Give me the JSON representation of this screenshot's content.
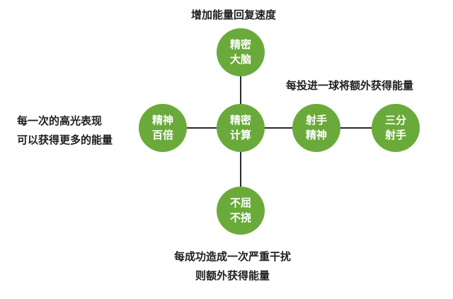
{
  "colors": {
    "node_fill": "#6aaa3a",
    "node_text": "#ffffff",
    "connector": "#2a2a2a",
    "caption_text": "#1f1f1f"
  },
  "nodes": {
    "center": {
      "line1": "精密",
      "line2": "计算"
    },
    "top": {
      "line1": "精密",
      "line2": "大脑"
    },
    "left": {
      "line1": "精神",
      "line2": "百倍"
    },
    "bottom": {
      "line1": "不屈",
      "line2": "不挠"
    },
    "right_inner": {
      "line1": "射手",
      "line2": "精神"
    },
    "right_outer": {
      "line1": "三分",
      "line2": "射手"
    }
  },
  "captions": {
    "top": {
      "line1": "增加能量回复速度"
    },
    "right": {
      "line1": "每投进一球将额外获得能量"
    },
    "left": {
      "line1": "每一次的高光表现",
      "line2": "可以获得更多的能量"
    },
    "bottom": {
      "line1": "每成功造成一次严重干扰",
      "line2": "则额外获得能量"
    }
  }
}
